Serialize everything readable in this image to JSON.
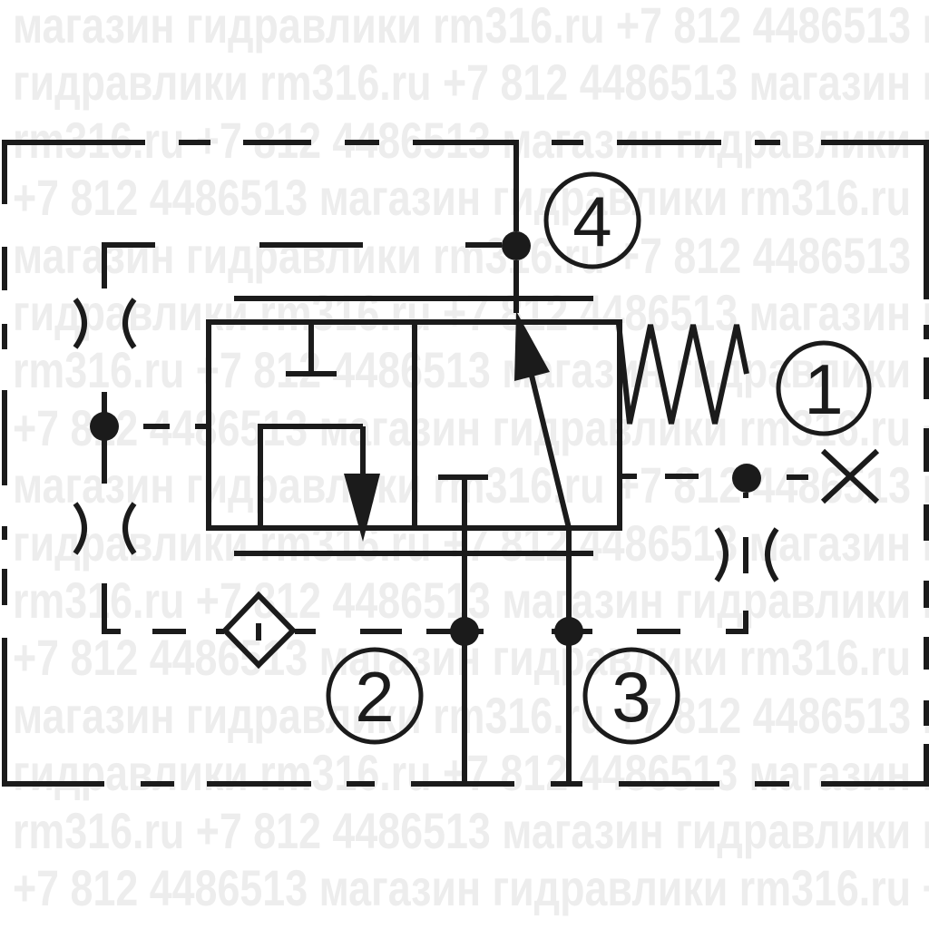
{
  "page": {
    "background_color": "#ffffff"
  },
  "watermark": {
    "text": "магазин гидравлики rm316.ru +7 812 4486513",
    "shop": "магазин гидравлики",
    "site": "rm316.ru",
    "phone": "+7 812 4486513",
    "color": "#ededed",
    "row_count": 16,
    "rows": [
      "магазин гидравлики rm316.ru +7 812 4486513",
      "гидравлики rm316.ru +7 812 4486513 магазин",
      "rm316.ru +7 812 4486513 магазин гидравлики",
      "+7 812 4486513 магазин гидравлики rm316.ru"
    ]
  },
  "schematic": {
    "kind": "hydraulic cartridge valve symbol",
    "line_color": "#1b1b1b",
    "ports": [
      {
        "label": "1"
      },
      {
        "label": "2"
      },
      {
        "label": "3"
      },
      {
        "label": "4"
      }
    ],
    "symbols": [
      "dashed-enclosure-border",
      "valve-body-box",
      "spring",
      "check-valve-arrow",
      "down-flow-arrow",
      "blocked-port-t",
      "orifice-restrictor",
      "filter-diamond",
      "plugged-port-x",
      "pilot-line-dashed",
      "junction-dot"
    ]
  }
}
